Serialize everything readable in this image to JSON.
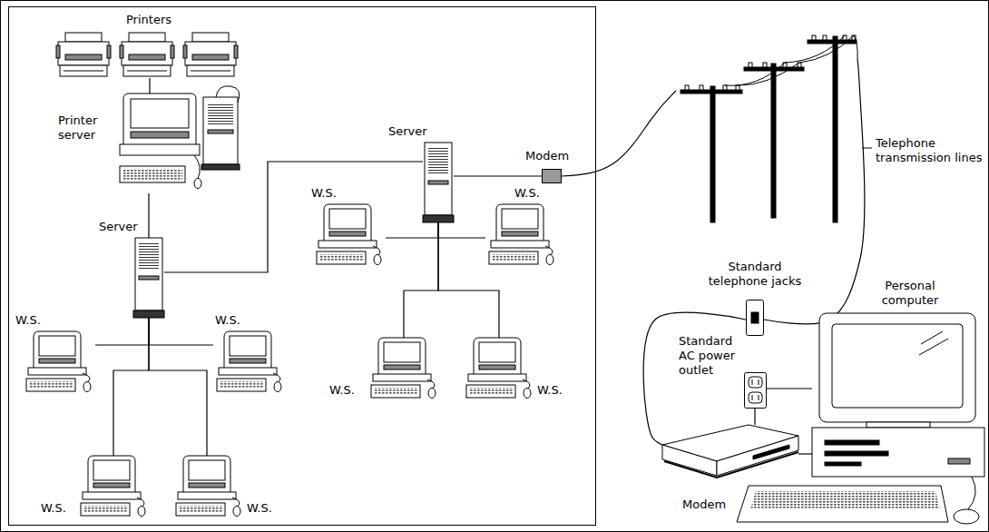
{
  "diagram": {
    "nodes": [
      {
        "text": [
          "Printers"
        ]
      },
      {
        "text": [
          "Printer server"
        ]
      },
      {
        "text": [
          "Server"
        ]
      },
      {
        "text": [
          "Server"
        ]
      },
      {
        "text": [
          "Modem"
        ]
      },
      {
        "text": [
          "W.S."
        ]
      },
      {
        "text": [
          "W.S."
        ]
      },
      {
        "text": [
          "W.S."
        ]
      },
      {
        "text": [
          "W.S."
        ]
      },
      {
        "text": [
          "W.S."
        ]
      },
      {
        "text": [
          "W.S."
        ]
      },
      {
        "text": [
          "W.S."
        ]
      },
      {
        "text": [
          "W.S."
        ]
      },
      {
        "text": [
          "Telephone transmission lines"
        ]
      },
      {
        "text": [
          "Standard telephone jacks"
        ]
      },
      {
        "text": [
          "Standard AC power outlet"
        ]
      },
      {
        "text": [
          "Modem"
        ]
      },
      {
        "text": [
          "Personal computer"
        ]
      }
    ],
    "edges": [
      {
        "from": 0,
        "to": 1,
        "arrow": "none"
      },
      {
        "from": 1,
        "to": 2,
        "arrow": "none"
      },
      {
        "from": 2,
        "to": 3,
        "arrow": "none"
      },
      {
        "from": 3,
        "to": 4,
        "arrow": "none"
      },
      {
        "from": 4,
        "to": 13,
        "arrow": "none"
      },
      {
        "from": 13,
        "to": 14,
        "arrow": "none"
      },
      {
        "from": 14,
        "to": 16,
        "arrow": "none"
      },
      {
        "from": 15,
        "to": 16,
        "arrow": "none"
      },
      {
        "from": 15,
        "to": 17,
        "arrow": "none"
      },
      {
        "from": 16,
        "to": 17,
        "arrow": "none"
      },
      {
        "from": 2,
        "to": 5,
        "arrow": "none"
      },
      {
        "from": 2,
        "to": 6,
        "arrow": "none"
      },
      {
        "from": 2,
        "to": 7,
        "arrow": "none"
      },
      {
        "from": 2,
        "to": 8,
        "arrow": "none"
      },
      {
        "from": 3,
        "to": 9,
        "arrow": "none"
      },
      {
        "from": 3,
        "to": 10,
        "arrow": "none"
      },
      {
        "from": 3,
        "to": 11,
        "arrow": "none"
      },
      {
        "from": 3,
        "to": 12,
        "arrow": "none"
      }
    ]
  }
}
